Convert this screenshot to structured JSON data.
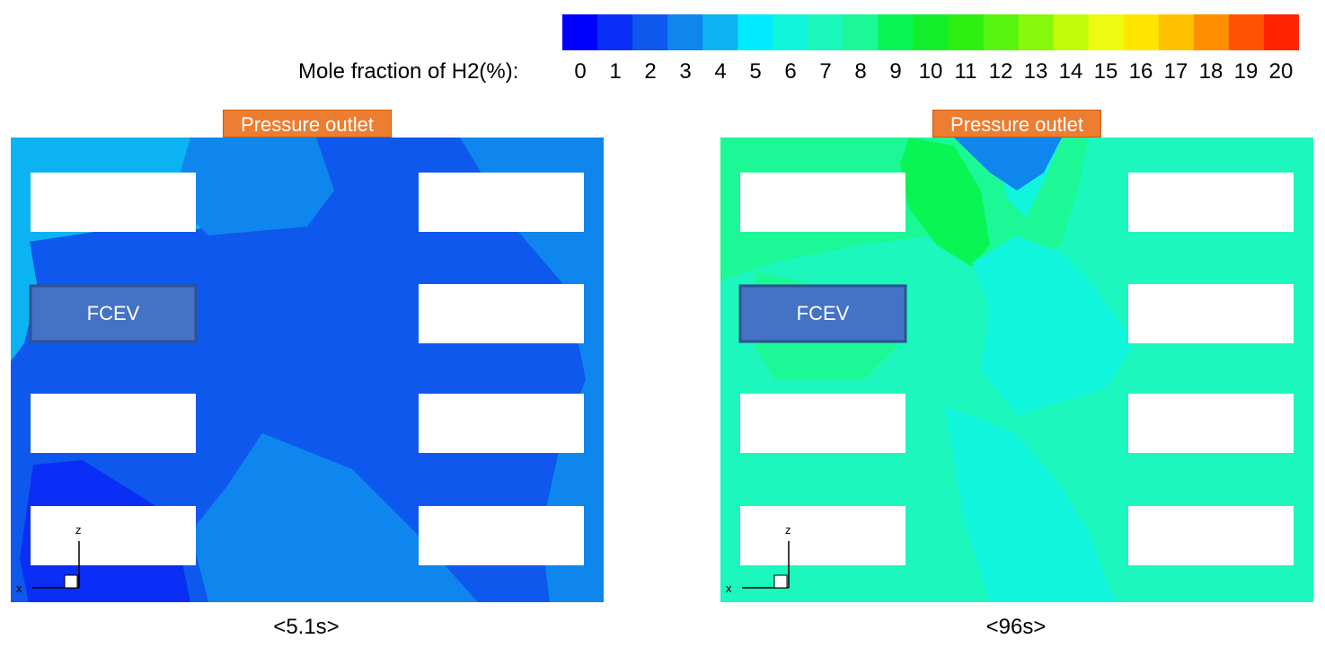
{
  "colorbar": {
    "title": "Mole fraction of H2(%):",
    "ticks": [
      "0",
      "1",
      "2",
      "3",
      "4",
      "5",
      "6",
      "7",
      "8",
      "9",
      "10",
      "11",
      "12",
      "13",
      "14",
      "15",
      "16",
      "17",
      "18",
      "19",
      "20"
    ],
    "colors": [
      "#0000ff",
      "#0a2ef5",
      "#0e58ee",
      "#0e86ee",
      "#0cb3f2",
      "#00ebff",
      "#12f5dd",
      "#1cf7bd",
      "#1cf896",
      "#08f554",
      "#12ef2a",
      "#2eef12",
      "#56f40e",
      "#86f80a",
      "#c2fb0a",
      "#eefa12",
      "#ffe600",
      "#ffc200",
      "#ff8e00",
      "#ff5200",
      "#ff2200"
    ]
  },
  "panels": [
    {
      "outlet_label": "Pressure outlet",
      "fcev_label": "FCEV",
      "caption": "<5.1s>",
      "axis": {
        "z": "z",
        "x": "x"
      },
      "colors": {
        "base": "#0e58ee",
        "mid": "#0e86ee",
        "light": "#0cb3f2",
        "dark": "#0a2ef5"
      }
    },
    {
      "outlet_label": "Pressure outlet",
      "fcev_label": "FCEV",
      "caption": "<96s>",
      "axis": {
        "z": "z",
        "x": "x"
      },
      "colors": {
        "base": "#1cf7bd",
        "mid": "#1cf896",
        "light": "#12f5dd",
        "dark": "#08f554"
      }
    }
  ]
}
